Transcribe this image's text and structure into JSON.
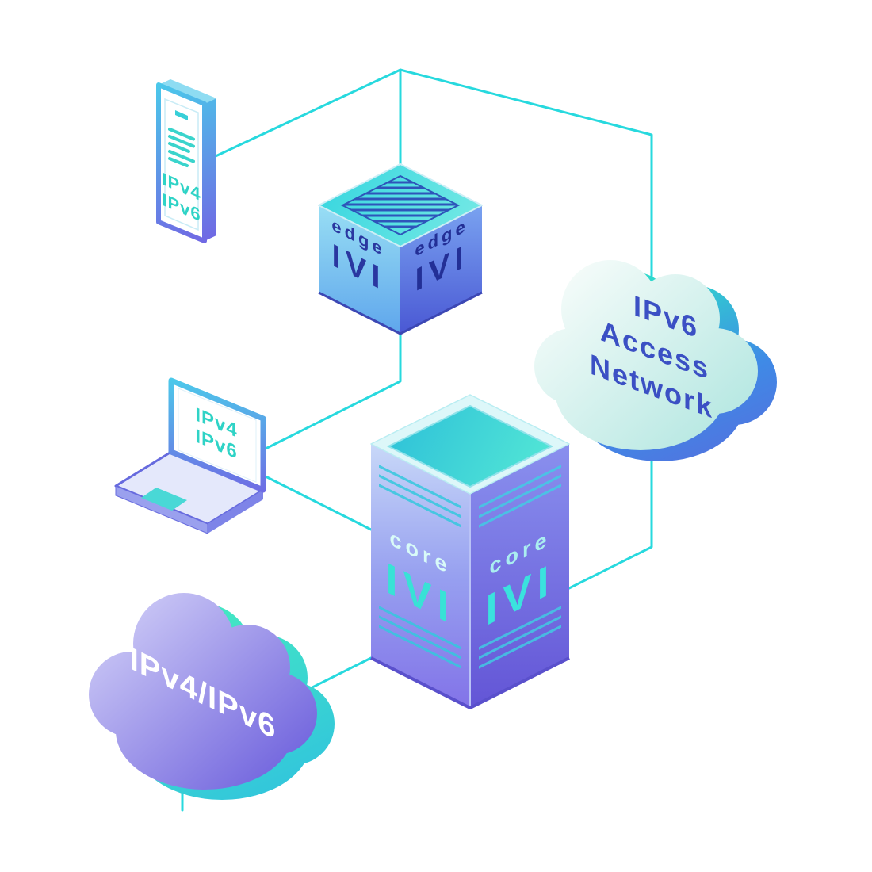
{
  "diagram": {
    "type": "isometric-network-illustration",
    "colors": {
      "background": "#ffffff",
      "connection_line": "#27d9de",
      "device_label_teal": "#2fd3c6",
      "edge_label_indigo": "#2a37a0",
      "ipv6_cloud_text": "#3b50c4",
      "ipv4_ipv6_cloud_text": "#ffffff",
      "core_label_teal": "#38e2d6"
    },
    "nodes": {
      "phone": {
        "line1": "IPv4",
        "line2": "IPv6"
      },
      "edge_router": {
        "left_face": {
          "title": "edge",
          "label": "IVI"
        },
        "right_face": {
          "title": "edge",
          "label": "IVI"
        }
      },
      "ipv6_access_cloud": {
        "line1": "IPv6",
        "line2": "Access",
        "line3": "Network"
      },
      "laptop": {
        "line1": "IPv4",
        "line2": "IPv6"
      },
      "core_router": {
        "left_face": {
          "title": "core",
          "label": "IVI"
        },
        "right_face": {
          "title": "core",
          "label": "IVI"
        }
      },
      "ipv4_ipv6_cloud": {
        "label": "IPv4/IPv6"
      }
    },
    "connections": [
      {
        "from": "phone",
        "to": "edge_router"
      },
      {
        "from": "edge_router",
        "to": "laptop"
      },
      {
        "from": "edge_router",
        "to": "core_router"
      },
      {
        "from": "laptop",
        "to": "core_router"
      },
      {
        "from": "core_router",
        "to": "ipv4_ipv6_cloud"
      }
    ]
  }
}
